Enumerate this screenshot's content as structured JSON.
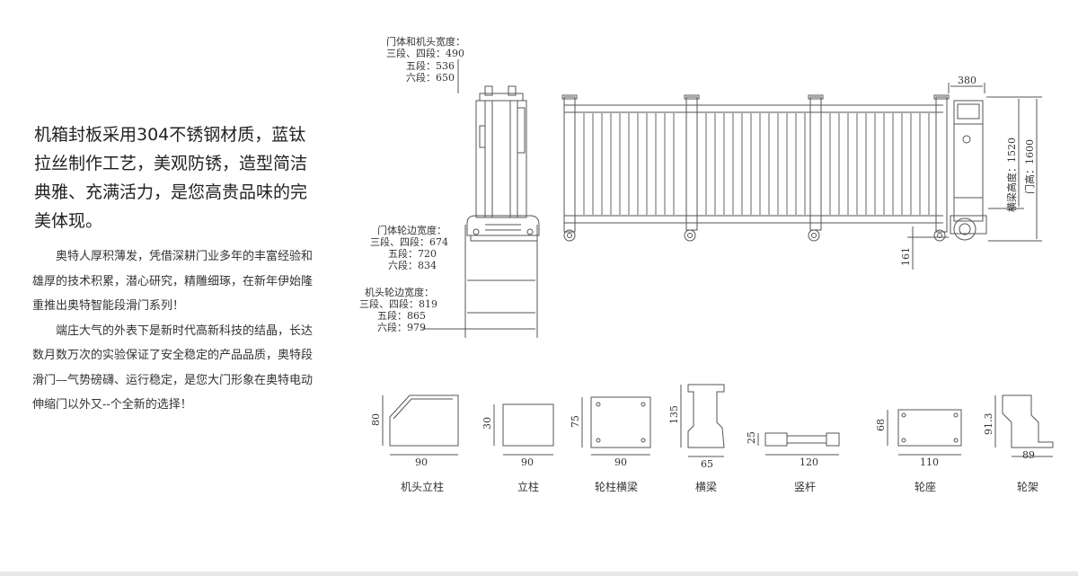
{
  "intro_text": "机箱封板采用304不锈钢材质，蓝钛拉丝制作工艺，美观防锈，造型简洁典雅、充满活力，是您高贵品味的完美体现。",
  "body_paragraphs": [
    "奥特人厚积薄发，凭借深耕门业多年的丰富经验和雄厚的技术积累，潜心研究，精雕细琢，在新年伊始隆重推出奥特智能段滑门系列！",
    "端庄大气的外表下是新时代高新科技的结晶，长达数月数万次的实验保证了安全稳定的产品品质，奥特段滑门—气势磅礴、运行稳定，是您大门形象在奥特电动伸缩门以外又--个全新的选择！"
  ],
  "side_view": {
    "body_width_note": [
      "门体和机头宽度：",
      "三段、四段：490",
      "五段：536",
      "六段：650"
    ],
    "wheel_width_note": [
      "门体轮边宽度：",
      "三段、四段：674",
      "五段：720",
      "六段：834"
    ],
    "head_wheel_note": [
      "机头轮边宽度：",
      "三段、四段：819",
      "五段：865",
      "六段：979"
    ]
  },
  "front_view": {
    "dim_top": "380",
    "dim_beam_height": "横梁高度：1520",
    "dim_gate_height": "门高：1600",
    "dim_bottom": "161"
  },
  "profiles": [
    {
      "name": "机头立柱",
      "w": "90",
      "h": "80"
    },
    {
      "name": "立柱",
      "w": "90",
      "h": "30"
    },
    {
      "name": "轮柱横梁",
      "w": "90",
      "h": "75"
    },
    {
      "name": "横梁",
      "w": "65",
      "h": "135"
    },
    {
      "name": "竖杆",
      "w": "120",
      "h": "25"
    },
    {
      "name": "轮座",
      "w": "110",
      "h": "68"
    },
    {
      "name": "轮架",
      "w": "89",
      "h": "91.3"
    }
  ]
}
